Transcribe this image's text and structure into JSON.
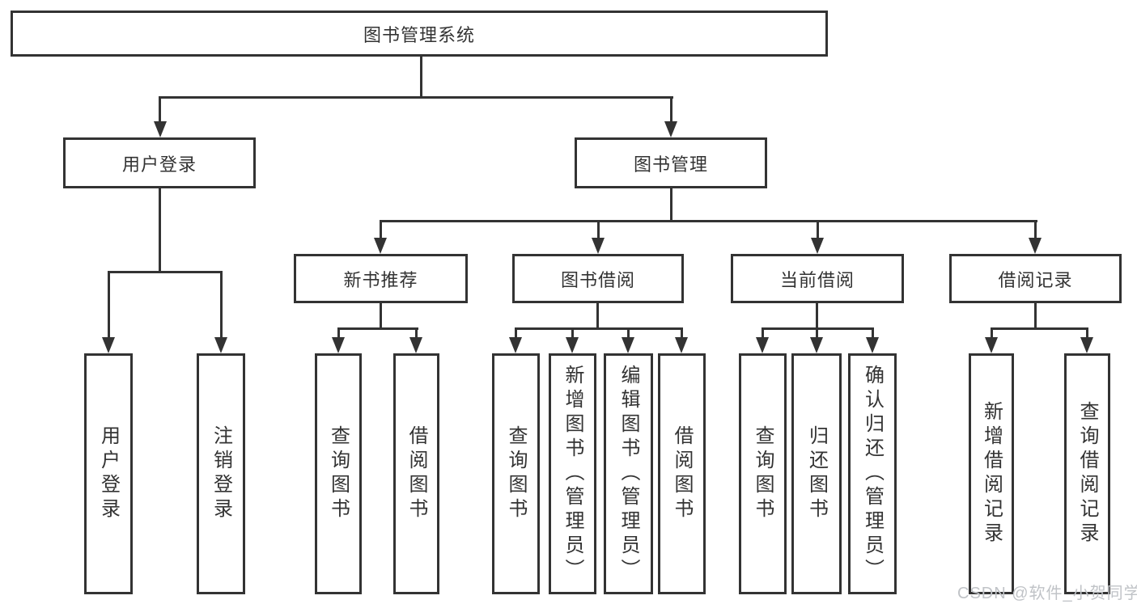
{
  "diagram": {
    "type": "hierarchy-tree",
    "root": {
      "label": "图书管理系统",
      "children": [
        {
          "label": "用户登录",
          "children": [
            {
              "label": "用户登录"
            },
            {
              "label": "注销登录"
            }
          ]
        },
        {
          "label": "图书管理",
          "children": [
            {
              "label": "新书推荐",
              "children": [
                {
                  "label": "查询图书"
                },
                {
                  "label": "借阅图书"
                }
              ]
            },
            {
              "label": "图书借阅",
              "children": [
                {
                  "label": "查询图书"
                },
                {
                  "label": "新增图书（管理员）"
                },
                {
                  "label": "编辑图书（管理员）"
                },
                {
                  "label": "借阅图书"
                }
              ]
            },
            {
              "label": "当前借阅",
              "children": [
                {
                  "label": "查询图书"
                },
                {
                  "label": "归还图书"
                },
                {
                  "label": "确认归还（管理员）"
                }
              ]
            },
            {
              "label": "借阅记录",
              "children": [
                {
                  "label": "新增借阅记录"
                },
                {
                  "label": "查询借阅记录"
                }
              ]
            }
          ]
        }
      ]
    },
    "colors": {
      "line": "#333333",
      "text": "#333333",
      "background": "#ffffff",
      "watermark": "#c0c3c7"
    }
  },
  "watermark": {
    "text": "CSDN @软件_小贺同学"
  }
}
